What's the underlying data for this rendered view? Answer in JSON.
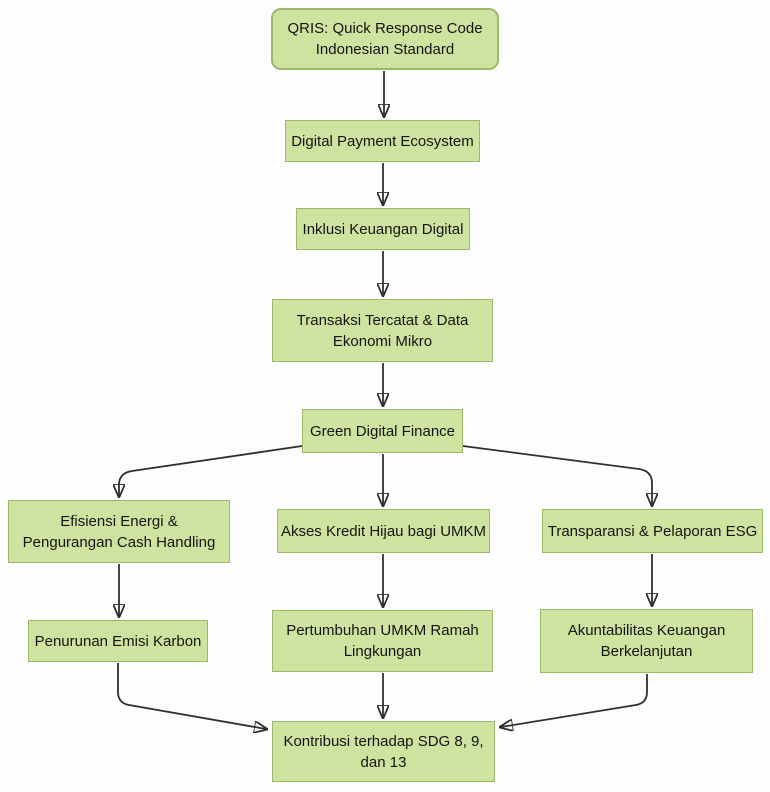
{
  "nodes": {
    "qris": {
      "label": "QRIS: Quick Response Code\nIndonesian Standard"
    },
    "digital_payment span": {
      "label": ""
    },
    "digital_payment": {
      "label": "Digital Payment Ecosystem"
    },
    "inklusi": {
      "label": "Inklusi Keuangan Digital"
    },
    "transaksi": {
      "label": "Transaksi Tercatat & Data\nEkonomi Mikro"
    },
    "green_finance": {
      "label": "Green Digital Finance"
    },
    "efisiensi": {
      "label": "Efisiensi Energi &\nPengurangan Cash Handling"
    },
    "akses_kredit": {
      "label": "Akses Kredit Hijau bagi UMKM"
    },
    "transparansi": {
      "label": "Transparansi & Pelaporan ESG"
    },
    "penurunan": {
      "label": "Penurunan Emisi Karbon"
    },
    "pertumbuhan": {
      "label": "Pertumbuhan UMKM Ramah\nLingkungan"
    },
    "akuntabilitas": {
      "label": "Akuntabilitas Keuangan\nBerkelanjutan"
    },
    "kontribusi": {
      "label": "Kontribusi terhadap SDG 8, 9,\ndan 13"
    }
  },
  "edges": [
    {
      "from": "qris",
      "to": "digital_payment"
    },
    {
      "from": "digital_payment",
      "to": "inklusi"
    },
    {
      "from": "inklusi",
      "to": "transaksi"
    },
    {
      "from": "transaksi",
      "to": "green_finance"
    },
    {
      "from": "green_finance",
      "to": "efisiensi"
    },
    {
      "from": "green_finance",
      "to": "akses_kredit"
    },
    {
      "from": "green_finance",
      "to": "transparansi"
    },
    {
      "from": "efisiensi",
      "to": "penurunan"
    },
    {
      "from": "akses_kredit",
      "to": "pertumbuhan"
    },
    {
      "from": "transparansi",
      "to": "akuntabilitas"
    },
    {
      "from": "penurunan",
      "to": "kontribusi"
    },
    {
      "from": "pertumbuhan",
      "to": "kontribusi"
    },
    {
      "from": "akuntabilitas",
      "to": "kontribusi"
    }
  ],
  "colors": {
    "node_fill": "#cfe3a1",
    "node_border": "#9cb96b",
    "connector": "#2f2f2f",
    "arrowhead": "#111111",
    "text": "#141414",
    "bg": "#fdfdfd"
  }
}
